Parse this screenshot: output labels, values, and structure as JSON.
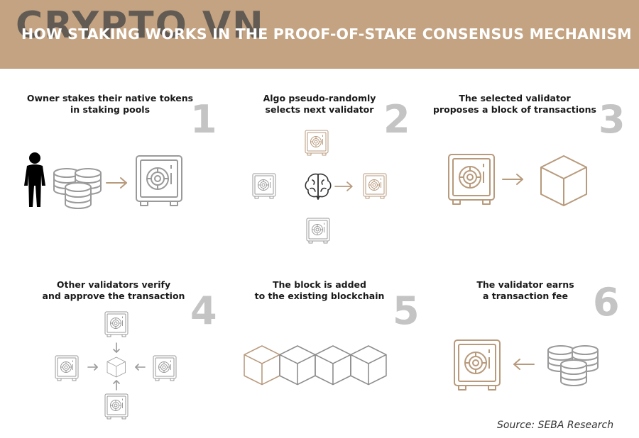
{
  "header": {
    "watermark": "CRYPTO VN",
    "title": "HOW STAKING WORKS IN THE PROOF-OF-STAKE CONSENSUS MECHANISM"
  },
  "steps": [
    {
      "number": "1",
      "caption": "Owner stakes their native tokens\nin staking pools"
    },
    {
      "number": "2",
      "caption": "Algo pseudo-randomly\nselects next validator"
    },
    {
      "number": "3",
      "caption": "The selected validator\nproposes a block of transactions"
    },
    {
      "number": "4",
      "caption": "Other validators verify\nand approve the transaction"
    },
    {
      "number": "5",
      "caption": "The block is added\nto the existing blockchain"
    },
    {
      "number": "6",
      "caption": "The validator earns\na transaction fee"
    }
  ],
  "source": "Source: SEBA Research",
  "colors": {
    "header_bg": "#c3a382",
    "accent": "#b89a7c",
    "gray_icon": "#8c8c8c",
    "step_number": "#c4c4c4"
  },
  "icons": [
    "person-icon",
    "coins-icon",
    "safe-icon",
    "brain-icon",
    "cube-icon",
    "arrow-icon"
  ]
}
